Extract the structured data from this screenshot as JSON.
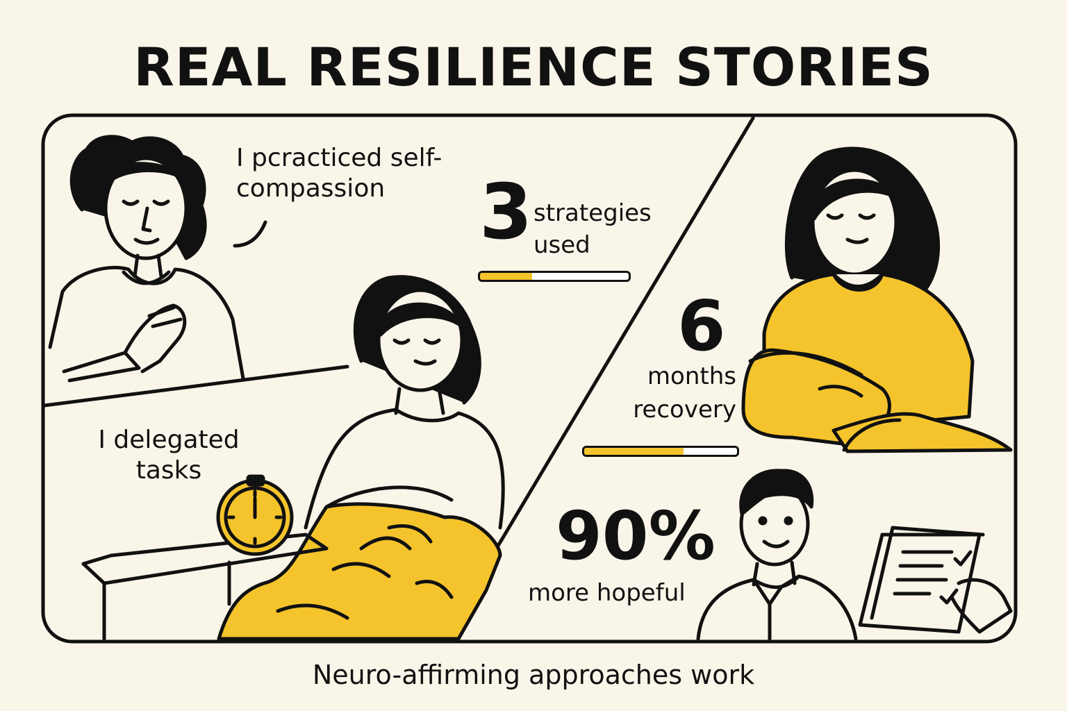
{
  "title": "REAL RESILIENCE STORIES",
  "stories": [
    {
      "quote": "I pcracticed self-compassion"
    },
    {
      "quote": "I delegated tasks"
    }
  ],
  "stats": [
    {
      "value": "3",
      "label": "strategies used",
      "progress": 0.35
    },
    {
      "value": "6",
      "label": "months recovery",
      "progress": 0.65
    },
    {
      "value": "90%",
      "label": "more hopeful"
    }
  ],
  "footer": "Neuro-affirming approaches work",
  "colors": {
    "accent": "#f5c42c",
    "ink": "#111111",
    "background": "#faf5e9"
  },
  "icons": [
    "stopwatch-icon",
    "checklist-icon"
  ]
}
